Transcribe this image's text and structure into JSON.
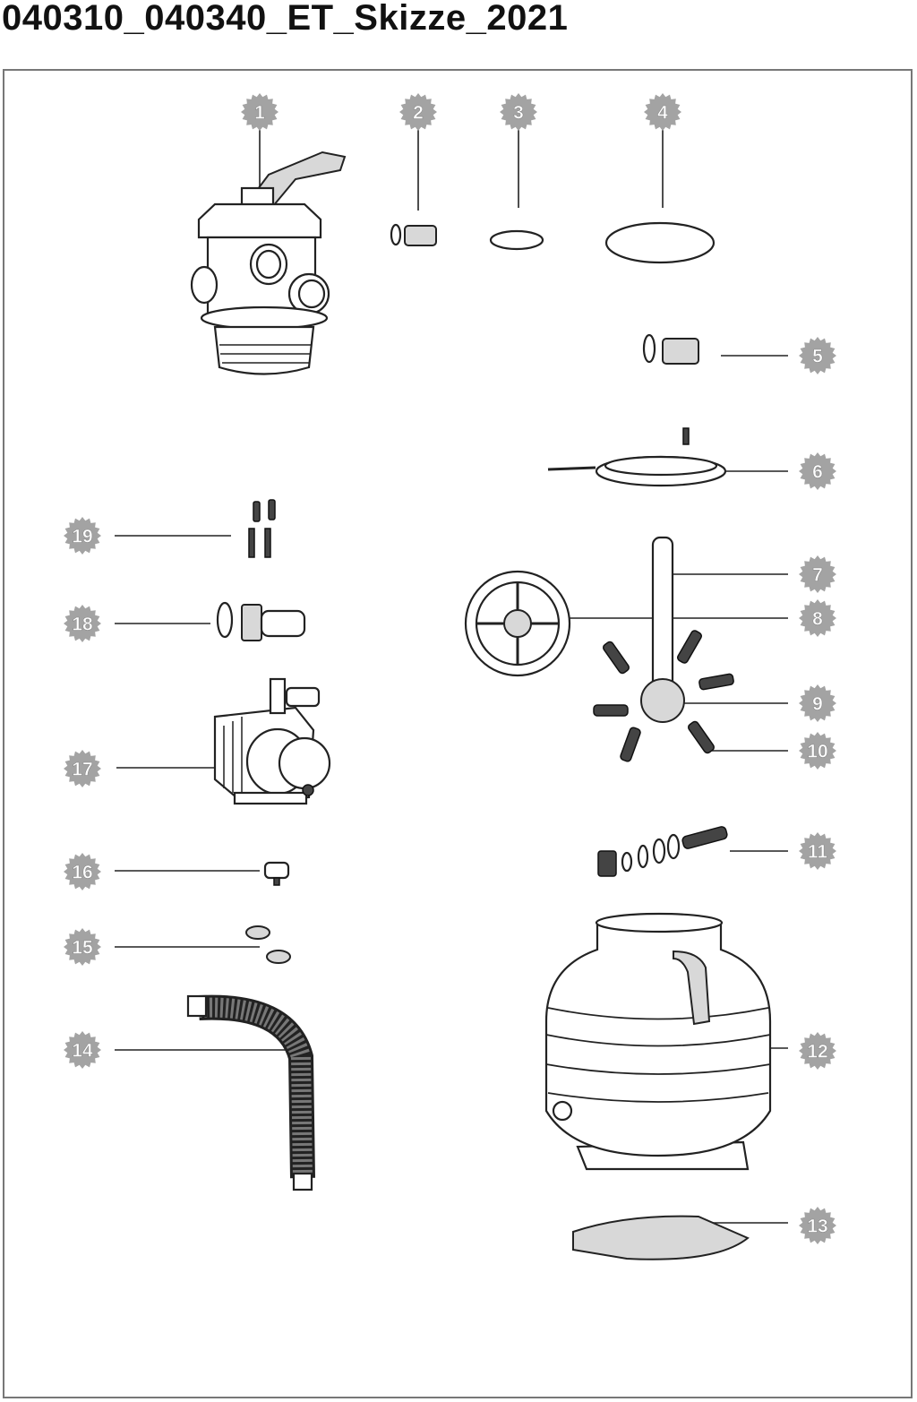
{
  "title": "040310_040340_ET_Skizze_2021",
  "badge_color": "#a3a3a3",
  "parts": [
    {
      "number": "1",
      "name": "multiport-valve"
    },
    {
      "number": "2",
      "name": "valve-connector"
    },
    {
      "number": "3",
      "name": "small-o-ring"
    },
    {
      "number": "4",
      "name": "large-o-ring"
    },
    {
      "number": "5",
      "name": "tank-connector"
    },
    {
      "number": "6",
      "name": "clamp-ring"
    },
    {
      "number": "7",
      "name": "center-pipe"
    },
    {
      "number": "8",
      "name": "pipe-guide"
    },
    {
      "number": "9",
      "name": "lateral-hub"
    },
    {
      "number": "10",
      "name": "laterals"
    },
    {
      "number": "11",
      "name": "drain-plug-set"
    },
    {
      "number": "12",
      "name": "filter-tank"
    },
    {
      "number": "13",
      "name": "base-pad"
    },
    {
      "number": "14",
      "name": "hose"
    },
    {
      "number": "15",
      "name": "hose-nuts"
    },
    {
      "number": "16",
      "name": "plug"
    },
    {
      "number": "17",
      "name": "pump"
    },
    {
      "number": "18",
      "name": "pump-connector"
    },
    {
      "number": "19",
      "name": "screws"
    }
  ]
}
